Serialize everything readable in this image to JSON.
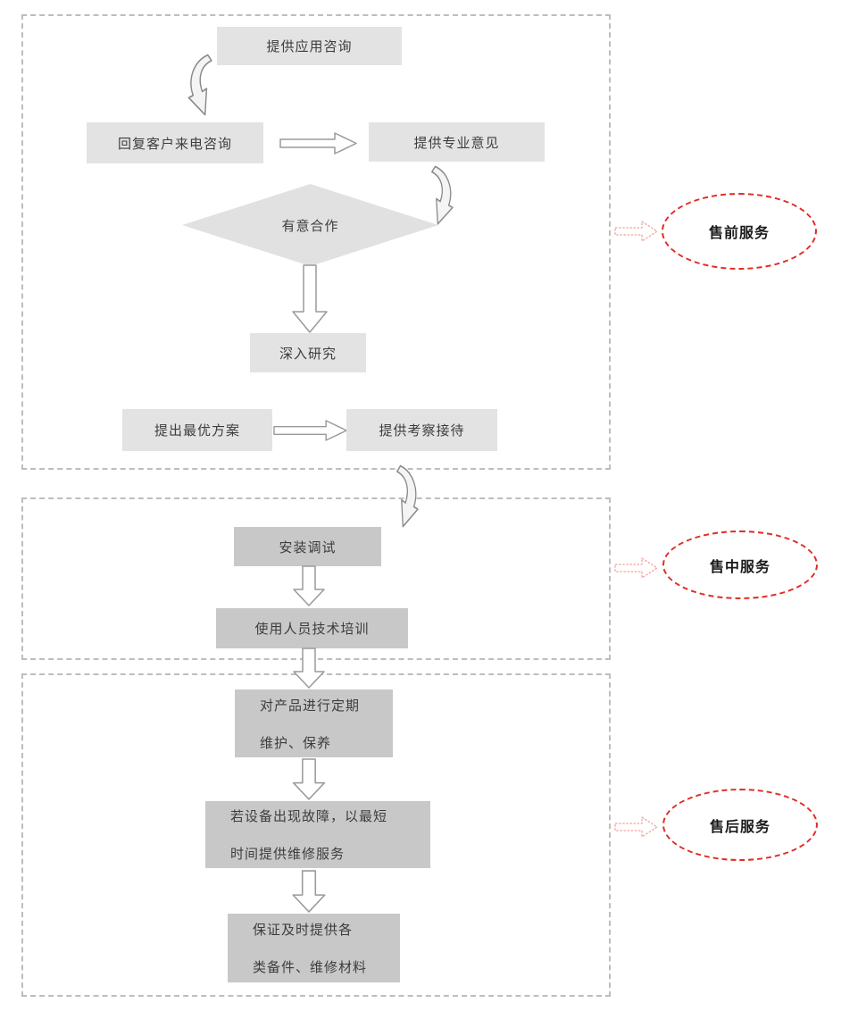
{
  "diagram": {
    "title": "service-process-flowchart",
    "sections": {
      "presale": {
        "label": "售前服务"
      },
      "insale": {
        "label": "售中服务"
      },
      "aftersale": {
        "label": "售后服务"
      }
    },
    "steps": {
      "app_consult": "提供应用咨询",
      "reply_call": "回复客户来电咨询",
      "pro_advice": "提供专业意见",
      "decision": "有意合作",
      "research": "深入研究",
      "best_plan": "提出最优方案",
      "visit": "提供考察接待",
      "install": "安装调试",
      "training": "使用人员技术培训",
      "maintain_line1": "对产品进行定期",
      "maintain_line2": "维护、保养",
      "repair_line1": "若设备出现故障，以最短",
      "repair_line2": "时间提供维修服务",
      "spare_line1": "保证及时提供各",
      "spare_line2": "类备件、维修材料"
    },
    "colors": {
      "box_light": "#e3e3e3",
      "box_dark": "#c8c8c8",
      "section_border": "#bdbdbd",
      "diamond_fill": "#e1e1e1",
      "ellipse_border_red": "#e02b22",
      "red_arrow_outline": "#f0a49b",
      "flow_arrow_outline": "#9a9a9a",
      "text": "#3d3d3d"
    }
  }
}
